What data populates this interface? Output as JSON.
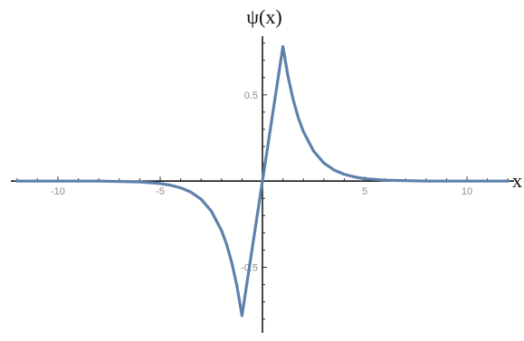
{
  "chart_data": {
    "type": "line",
    "title": "",
    "xlabel": "x",
    "ylabel": "ψ(x)",
    "xlim": [
      -12.3,
      12.3
    ],
    "ylim": [
      -0.88,
      0.84
    ],
    "grid": false,
    "axes_origin": "center",
    "x_ticks_labeled": [
      {
        "value": -10,
        "label": "-10"
      },
      {
        "value": -5,
        "label": "-5"
      },
      {
        "value": 5,
        "label": "5"
      },
      {
        "value": 10,
        "label": "10"
      }
    ],
    "y_ticks_labeled": [
      {
        "value": 0.5,
        "label": "0.5"
      },
      {
        "value": -0.5,
        "label": "-0.5"
      }
    ],
    "x_minor_step": 1,
    "y_minor_step": 0.1,
    "series": [
      {
        "color": "#5e81ac",
        "x": [
          -12,
          -8,
          -6,
          -5,
          -4.5,
          -4,
          -3.5,
          -3,
          -2.5,
          -2,
          -1.75,
          -1.5,
          -1.25,
          -1,
          -0.5,
          0,
          0.5,
          1,
          1.25,
          1.5,
          1.75,
          2,
          2.5,
          3,
          3.5,
          4,
          4.5,
          5,
          6,
          8,
          12
        ],
        "y": [
          0,
          0,
          -0.005,
          -0.014,
          -0.024,
          -0.039,
          -0.064,
          -0.105,
          -0.174,
          -0.287,
          -0.368,
          -0.473,
          -0.607,
          -0.78,
          -0.39,
          0,
          0.39,
          0.78,
          0.607,
          0.473,
          0.368,
          0.287,
          0.174,
          0.105,
          0.064,
          0.039,
          0.024,
          0.014,
          0.005,
          0,
          0
        ]
      }
    ]
  }
}
